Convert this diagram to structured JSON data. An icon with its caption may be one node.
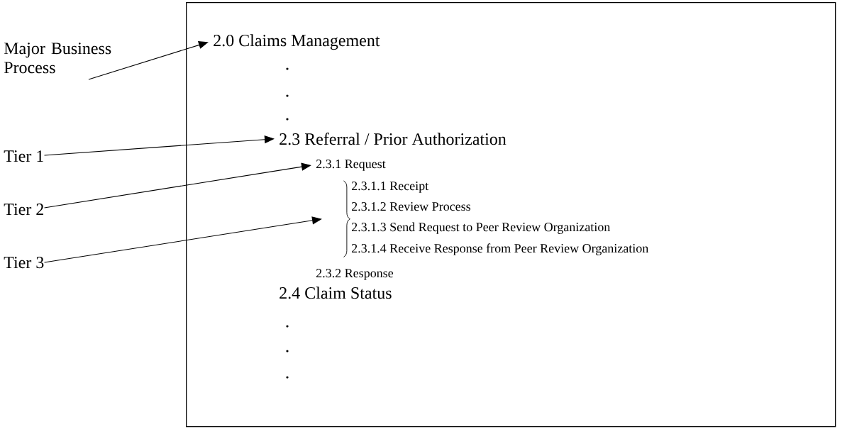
{
  "diagram": {
    "nodes": [
      {
        "text": [],
        "shape": "box"
      },
      {
        "text": [
          "Major Business Process"
        ]
      },
      {
        "text": [
          "2.0  Claims Management"
        ],
        "in": 0
      },
      {
        "text": [
          "Tier 1"
        ]
      },
      {
        "text": [
          "2.3 Referral / Prior Authorization"
        ],
        "in": 0
      },
      {
        "text": [
          "Tier 2"
        ]
      },
      {
        "text": [
          "2.3.1 Request"
        ],
        "in": 0
      },
      {
        "text": [
          "Tier 3"
        ]
      },
      {
        "text": [],
        "shape": "brace",
        "in": 0
      }
    ],
    "edges": [
      {
        "from": 1,
        "to": 2,
        "arrow": "to"
      },
      {
        "from": 3,
        "to": 4,
        "arrow": "to"
      },
      {
        "from": 5,
        "to": 6,
        "arrow": "to"
      },
      {
        "from": 7,
        "to": 8,
        "arrow": "to"
      }
    ],
    "labels": [
      "2.3.1.1 Receipt",
      "2.3.1.2 Review Process",
      "2.3.1.3 Send Request to Peer Review Organization",
      "2.3.1.4 Receive Response from Peer Review Organization",
      "2.3.2 Response",
      "2.4 Claim Status"
    ]
  }
}
